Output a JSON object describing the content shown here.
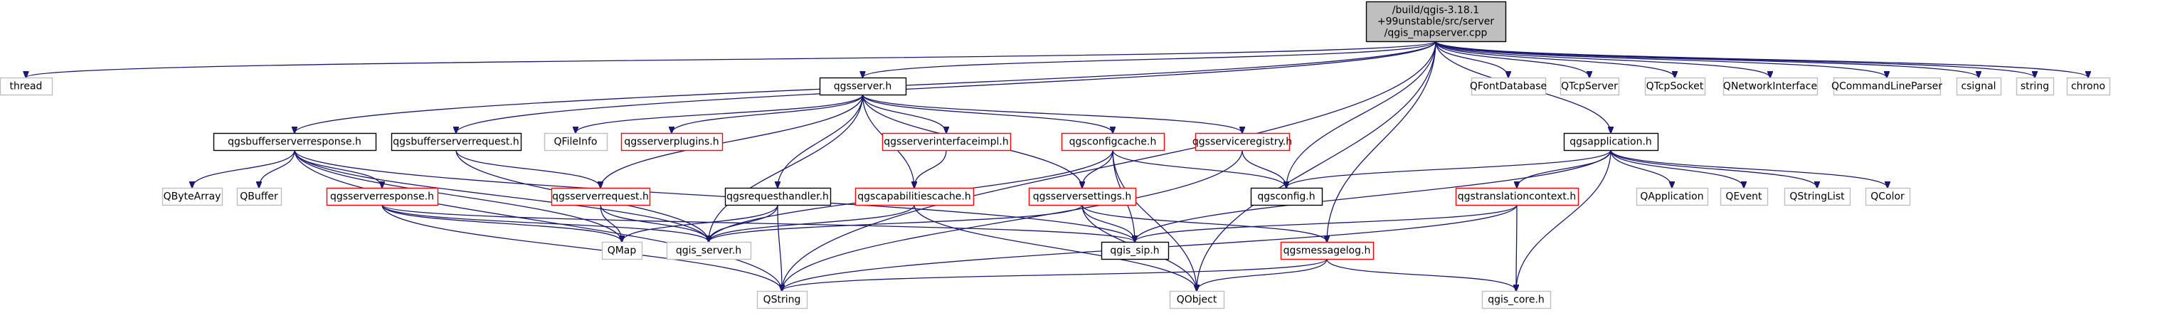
{
  "graph": {
    "root": "root",
    "colors": {
      "edge": "#191970",
      "root_fill": "#bfbfbf",
      "root_border": "#000000",
      "normal_border": "#000000",
      "external_border": "#bfbfbf",
      "truncated_border": "#ff0000",
      "box_fill": "#ffffff",
      "external_text": "#000000"
    },
    "nodes": [
      {
        "id": "root",
        "lines": [
          "/build/qgis-3.18.1",
          "+99unstable/src/server",
          "/qgis_mapserver.cpp"
        ],
        "style": "root"
      },
      {
        "id": "thread",
        "lines": [
          "thread"
        ],
        "style": "external"
      },
      {
        "id": "qgsbufferserverresponse",
        "lines": [
          "qgsbufferserverresponse.h"
        ],
        "style": "normal"
      },
      {
        "id": "qgsbufferserverrequest",
        "lines": [
          "qgsbufferserverrequest.h"
        ],
        "style": "normal"
      },
      {
        "id": "qgsserver",
        "lines": [
          "qgsserver.h"
        ],
        "style": "normal"
      },
      {
        "id": "qfileinfo",
        "lines": [
          "QFileInfo"
        ],
        "style": "external"
      },
      {
        "id": "qgsserverplugins",
        "lines": [
          "qgsserverplugins.h"
        ],
        "style": "truncated"
      },
      {
        "id": "qgsserverinterfaceimpl",
        "lines": [
          "qgsserverinterfaceimpl.h"
        ],
        "style": "truncated"
      },
      {
        "id": "qgsconfigcache",
        "lines": [
          "qgsconfigcache.h"
        ],
        "style": "truncated"
      },
      {
        "id": "qgsserviceregistry",
        "lines": [
          "qgsserviceregistry.h"
        ],
        "style": "truncated"
      },
      {
        "id": "qgsapplication",
        "lines": [
          "qgsapplication.h"
        ],
        "style": "normal"
      },
      {
        "id": "qfontdatabase",
        "lines": [
          "QFontDatabase"
        ],
        "style": "external"
      },
      {
        "id": "qtcpserver",
        "lines": [
          "QTcpServer"
        ],
        "style": "external"
      },
      {
        "id": "qtcpsocket",
        "lines": [
          "QTcpSocket"
        ],
        "style": "external"
      },
      {
        "id": "qnetworkinterface",
        "lines": [
          "QNetworkInterface"
        ],
        "style": "external"
      },
      {
        "id": "qcommandlineparser",
        "lines": [
          "QCommandLineParser"
        ],
        "style": "external"
      },
      {
        "id": "csignal",
        "lines": [
          "csignal"
        ],
        "style": "external"
      },
      {
        "id": "string",
        "lines": [
          "string"
        ],
        "style": "external"
      },
      {
        "id": "chrono",
        "lines": [
          "chrono"
        ],
        "style": "external"
      },
      {
        "id": "qbytearray",
        "lines": [
          "QByteArray"
        ],
        "style": "external"
      },
      {
        "id": "qbuffer",
        "lines": [
          "QBuffer"
        ],
        "style": "external"
      },
      {
        "id": "qgsserverresponse",
        "lines": [
          "qgsserverresponse.h"
        ],
        "style": "truncated"
      },
      {
        "id": "qgsserverrequest",
        "lines": [
          "qgsserverrequest.h"
        ],
        "style": "truncated"
      },
      {
        "id": "qgsrequesthandler",
        "lines": [
          "qgsrequesthandler.h"
        ],
        "style": "normal"
      },
      {
        "id": "qgscapabilitiescache",
        "lines": [
          "qgscapabilitiescache.h"
        ],
        "style": "truncated"
      },
      {
        "id": "qgsserversettings",
        "lines": [
          "qgsserversettings.h"
        ],
        "style": "truncated"
      },
      {
        "id": "qgsconfig",
        "lines": [
          "qgsconfig.h"
        ],
        "style": "normal"
      },
      {
        "id": "qgstranslationcontext",
        "lines": [
          "qgstranslationcontext.h"
        ],
        "style": "truncated"
      },
      {
        "id": "qapplication",
        "lines": [
          "QApplication"
        ],
        "style": "external"
      },
      {
        "id": "qevent",
        "lines": [
          "QEvent"
        ],
        "style": "external"
      },
      {
        "id": "qstringlist",
        "lines": [
          "QStringList"
        ],
        "style": "external"
      },
      {
        "id": "qcolor",
        "lines": [
          "QColor"
        ],
        "style": "external"
      },
      {
        "id": "qmap",
        "lines": [
          "QMap"
        ],
        "style": "external"
      },
      {
        "id": "qgis_server",
        "lines": [
          "qgis_server.h"
        ],
        "style": "external"
      },
      {
        "id": "qgis_sip",
        "lines": [
          "qgis_sip.h"
        ],
        "style": "normal"
      },
      {
        "id": "qgsmessagelog",
        "lines": [
          "qgsmessagelog.h"
        ],
        "style": "truncated"
      },
      {
        "id": "qstring",
        "lines": [
          "QString"
        ],
        "style": "external"
      },
      {
        "id": "qobject",
        "lines": [
          "QObject"
        ],
        "style": "external"
      },
      {
        "id": "qgis_core",
        "lines": [
          "qgis_core.h"
        ],
        "style": "external"
      }
    ],
    "edges": [
      [
        "root",
        "thread"
      ],
      [
        "root",
        "qgsbufferserverresponse"
      ],
      [
        "root",
        "qgsbufferserverrequest"
      ],
      [
        "root",
        "qgsserver"
      ],
      [
        "root",
        "qgsconfig"
      ],
      [
        "root",
        "qgsapplication"
      ],
      [
        "root",
        "qgsmessagelog"
      ],
      [
        "root",
        "qstring"
      ],
      [
        "root",
        "qobject"
      ],
      [
        "root",
        "qfontdatabase"
      ],
      [
        "root",
        "qtcpserver"
      ],
      [
        "root",
        "qtcpsocket"
      ],
      [
        "root",
        "qnetworkinterface"
      ],
      [
        "root",
        "qcommandlineparser"
      ],
      [
        "root",
        "csignal"
      ],
      [
        "root",
        "string"
      ],
      [
        "root",
        "chrono"
      ],
      [
        "qgsbufferserverresponse",
        "qbytearray"
      ],
      [
        "qgsbufferserverresponse",
        "qbuffer"
      ],
      [
        "qgsbufferserverresponse",
        "qgsserverresponse"
      ],
      [
        "qgsbufferserverresponse",
        "qmap"
      ],
      [
        "qgsbufferserverresponse",
        "qgis_server"
      ],
      [
        "qgsbufferserverresponse",
        "qgis_sip"
      ],
      [
        "qgsbufferserverresponse",
        "qstring"
      ],
      [
        "qgsbufferserverrequest",
        "qgsserverrequest"
      ],
      [
        "qgsbufferserverrequest",
        "qgis_server"
      ],
      [
        "qgsserver",
        "qfileinfo"
      ],
      [
        "qgsserver",
        "qgsserverplugins"
      ],
      [
        "qgsserver",
        "qgsserverinterfaceimpl"
      ],
      [
        "qgsserver",
        "qgsconfigcache"
      ],
      [
        "qgsserver",
        "qgsserviceregistry"
      ],
      [
        "qgsserver",
        "qgsserverrequest"
      ],
      [
        "qgsserver",
        "qgsrequesthandler"
      ],
      [
        "qgsserver",
        "qgscapabilitiescache"
      ],
      [
        "qgsserver",
        "qgsserversettings"
      ],
      [
        "qgsserver",
        "qgis_server"
      ],
      [
        "qgsserverinterfaceimpl",
        "qgscapabilitiescache"
      ],
      [
        "qgsconfigcache",
        "qgsserversettings"
      ],
      [
        "qgsconfigcache",
        "qgsconfig"
      ],
      [
        "qgsconfigcache",
        "qgis_server"
      ],
      [
        "qgsconfigcache",
        "qgis_sip"
      ],
      [
        "qgsconfigcache",
        "qobject"
      ],
      [
        "qgsserviceregistry",
        "qgsconfig"
      ],
      [
        "qgsserviceregistry",
        "qstring"
      ],
      [
        "qgsserverresponse",
        "qmap"
      ],
      [
        "qgsserverresponse",
        "qgis_server"
      ],
      [
        "qgsserverresponse",
        "qgis_sip"
      ],
      [
        "qgsserverresponse",
        "qstring"
      ],
      [
        "qgsserverrequest",
        "qmap"
      ],
      [
        "qgsserverrequest",
        "qgis_server"
      ],
      [
        "qgsrequesthandler",
        "qmap"
      ],
      [
        "qgsrequesthandler",
        "qgis_server"
      ],
      [
        "qgsrequesthandler",
        "qstring"
      ],
      [
        "qgscapabilitiescache",
        "qgis_server"
      ],
      [
        "qgscapabilitiescache",
        "qobject"
      ],
      [
        "qgsserversettings",
        "qgis_server"
      ],
      [
        "qgsserversettings",
        "qgis_sip"
      ],
      [
        "qgsserversettings",
        "qgsmessagelog"
      ],
      [
        "qgsserversettings",
        "qobject"
      ],
      [
        "qgsapplication",
        "qgsconfig"
      ],
      [
        "qgsapplication",
        "qgis_sip"
      ],
      [
        "qgsapplication",
        "qgstranslationcontext"
      ],
      [
        "qgsapplication",
        "qapplication"
      ],
      [
        "qgsapplication",
        "qevent"
      ],
      [
        "qgsapplication",
        "qstringlist"
      ],
      [
        "qgsapplication",
        "qcolor"
      ],
      [
        "qgsapplication",
        "qgis_core"
      ],
      [
        "qgstranslationcontext",
        "qgis_sip"
      ],
      [
        "qgstranslationcontext",
        "qstring"
      ],
      [
        "qgstranslationcontext",
        "qgis_core"
      ],
      [
        "qgsmessagelog",
        "qstring"
      ],
      [
        "qgsmessagelog",
        "qobject"
      ],
      [
        "qgsmessagelog",
        "qgis_core"
      ]
    ]
  }
}
